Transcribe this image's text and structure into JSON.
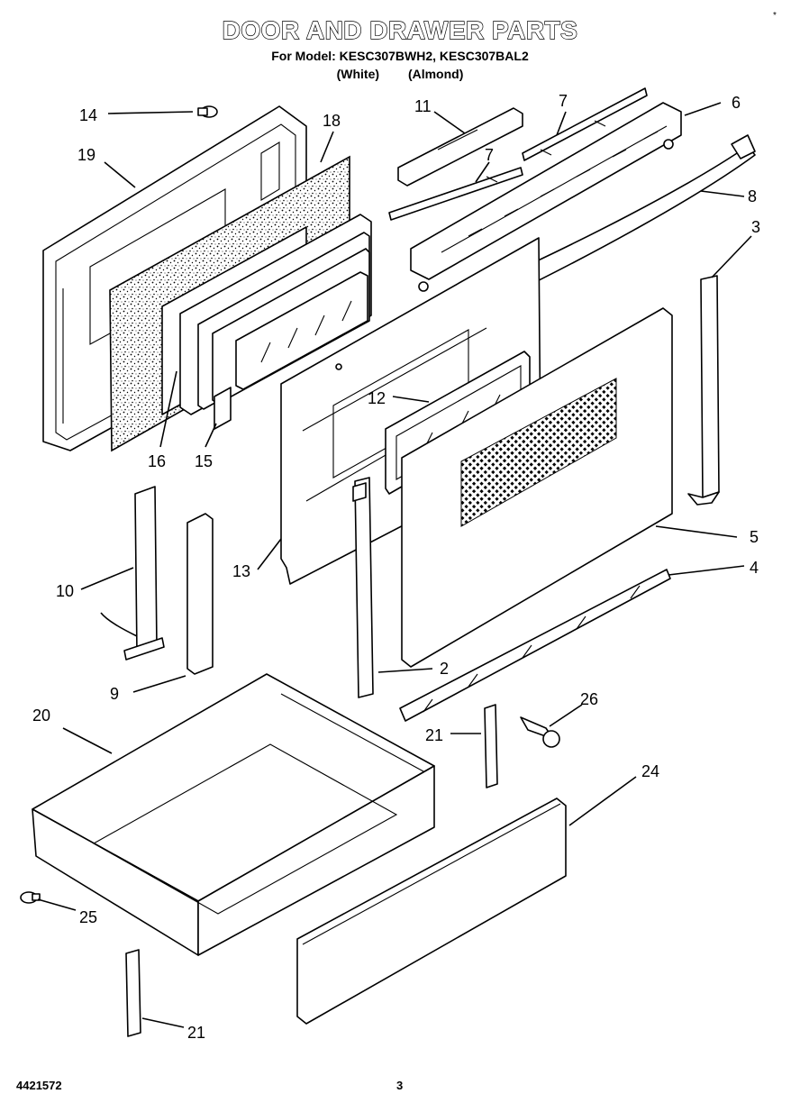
{
  "title": "DOOR AND DRAWER PARTS",
  "model_line": "For Model: KESC307BWH2, KESC307BAL2",
  "colors": [
    "(White)",
    "(Almond)"
  ],
  "doc_number": "4421572",
  "page_number": "3",
  "corner_mark": "*",
  "callouts": [
    "14",
    "19",
    "18",
    "11",
    "7",
    "6",
    "7",
    "8",
    "3",
    "16",
    "15",
    "12",
    "13",
    "10",
    "9",
    "2",
    "5",
    "4",
    "20",
    "21",
    "26",
    "24",
    "25",
    "21"
  ]
}
